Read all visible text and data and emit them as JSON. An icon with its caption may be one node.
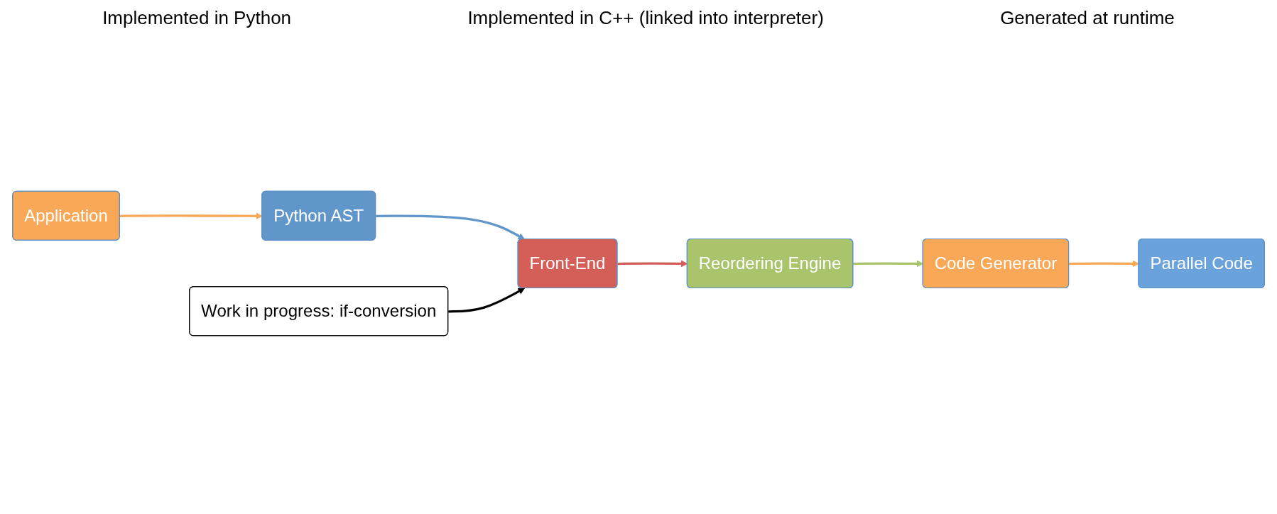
{
  "diagram": {
    "nodes": [
      {
        "text": [
          "Application"
        ]
      },
      {
        "text": [
          "Python AST"
        ]
      },
      {
        "text": [
          "Front-End"
        ]
      },
      {
        "text": [
          "Reordering Engine"
        ]
      },
      {
        "text": [
          "Code Generator"
        ]
      },
      {
        "text": [
          "Parallel Code"
        ]
      },
      {
        "text": [
          "Work in progress: if-conversion"
        ]
      }
    ],
    "edges": [
      {
        "from": 0,
        "to": 1,
        "arrow": "to",
        "color": "#f9a857"
      },
      {
        "from": 1,
        "to": 2,
        "arrow": "to",
        "color": "#6096c9"
      },
      {
        "from": 2,
        "to": 3,
        "arrow": "to",
        "color": "#d45f58"
      },
      {
        "from": 3,
        "to": 4,
        "arrow": "to",
        "color": "#a9c46b"
      },
      {
        "from": 4,
        "to": 5,
        "arrow": "to",
        "color": "#f9a857"
      },
      {
        "from": 6,
        "to": 2,
        "arrow": "to",
        "color": "#000000"
      }
    ],
    "labels": [
      "Implemented in Python",
      "Implemented in C++ (linked into interpreter)",
      "Generated at runtime"
    ]
  }
}
